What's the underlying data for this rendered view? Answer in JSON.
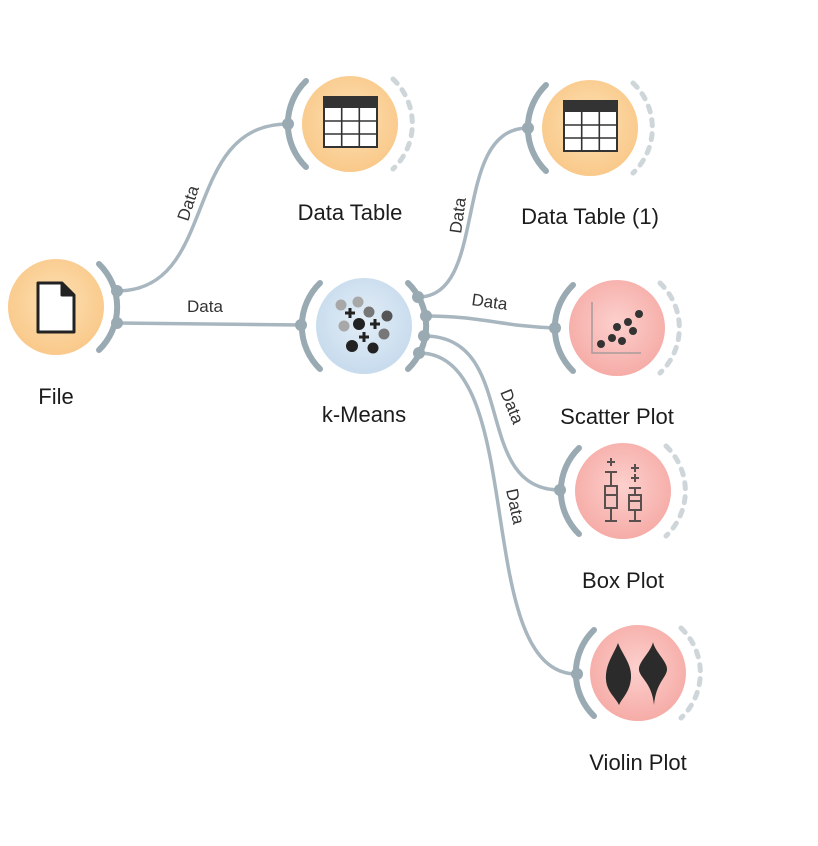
{
  "nodes": {
    "file": {
      "label": "File",
      "icon": "file-icon",
      "color": "#fcd49c"
    },
    "data_table": {
      "label": "Data Table",
      "icon": "table-icon",
      "color": "#fcd49c"
    },
    "kmeans": {
      "label": "k-Means",
      "icon": "clusters-icon",
      "color": "#d3e3f1"
    },
    "data_table_1": {
      "label": "Data Table (1)",
      "icon": "table-icon",
      "color": "#fcd49c"
    },
    "scatter_plot": {
      "label": "Scatter Plot",
      "icon": "scatter-icon",
      "color": "#f8b8b4"
    },
    "box_plot": {
      "label": "Box Plot",
      "icon": "boxplot-icon",
      "color": "#f8b8b4"
    },
    "violin_plot": {
      "label": "Violin Plot",
      "icon": "violin-icon",
      "color": "#f8b8b4"
    }
  },
  "links": {
    "file_to_data_table": "Data",
    "file_to_kmeans": "Data",
    "kmeans_to_data_table_1": "Data",
    "kmeans_to_scatter_plot": "Data",
    "kmeans_to_box_plot": "Data",
    "kmeans_to_violin_plot": "Data"
  }
}
